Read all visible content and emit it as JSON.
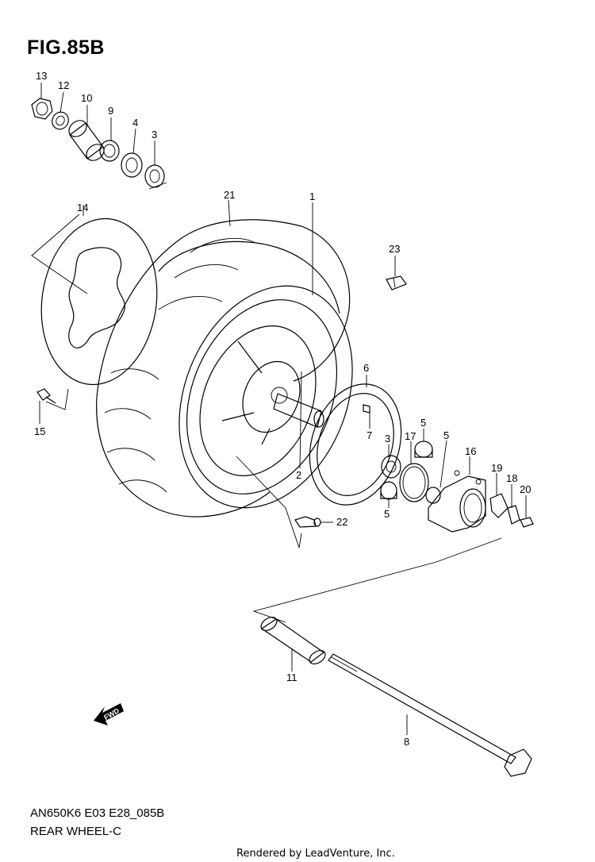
{
  "figure": {
    "title": "FIG.85B"
  },
  "footer": {
    "model_code": "AN650K6 E03 E28_085B",
    "assembly_name": "REAR WHEEL-C",
    "rendered_by": "Rendered by LeadVenture, Inc."
  },
  "fwd_label": "FWD",
  "callouts": {
    "p1": "1",
    "p2": "2",
    "p3a": "3",
    "p3b": "3",
    "p4": "4",
    "p5a": "5",
    "p5b": "5",
    "p5c": "5",
    "p6": "6",
    "p7": "7",
    "p8": "8",
    "p9": "9",
    "p10": "10",
    "p11": "11",
    "p12": "12",
    "p13": "13",
    "p14": "14",
    "p15": "15",
    "p16": "16",
    "p17": "17",
    "p18": "18",
    "p19": "19",
    "p20": "20",
    "p21": "21",
    "p22": "22",
    "p23": "23"
  }
}
